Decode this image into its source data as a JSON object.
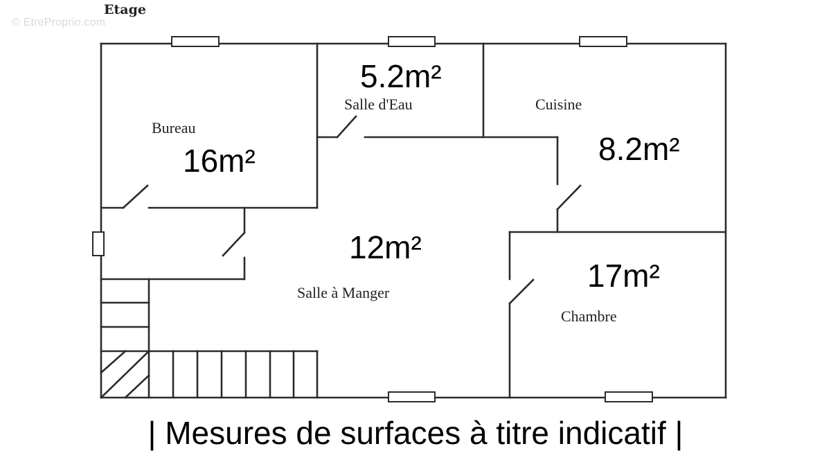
{
  "header": {
    "floor_title": "Etage",
    "watermark": "© EtreProprio.com"
  },
  "rooms": [
    {
      "name": "Bureau",
      "area": "16m²"
    },
    {
      "name": "Salle d'Eau",
      "area": "5.2m²"
    },
    {
      "name": "Cuisine",
      "area": "8.2m²"
    },
    {
      "name": "Salle à Manger",
      "area": "12m²"
    },
    {
      "name": "Chambre",
      "area": "17m²"
    }
  ],
  "footer": {
    "caption": "| Mesures de surfaces à titre indicatif |"
  },
  "colors": {
    "wall": "#2b2b2b",
    "background": "#ffffff",
    "text": "#000000"
  }
}
